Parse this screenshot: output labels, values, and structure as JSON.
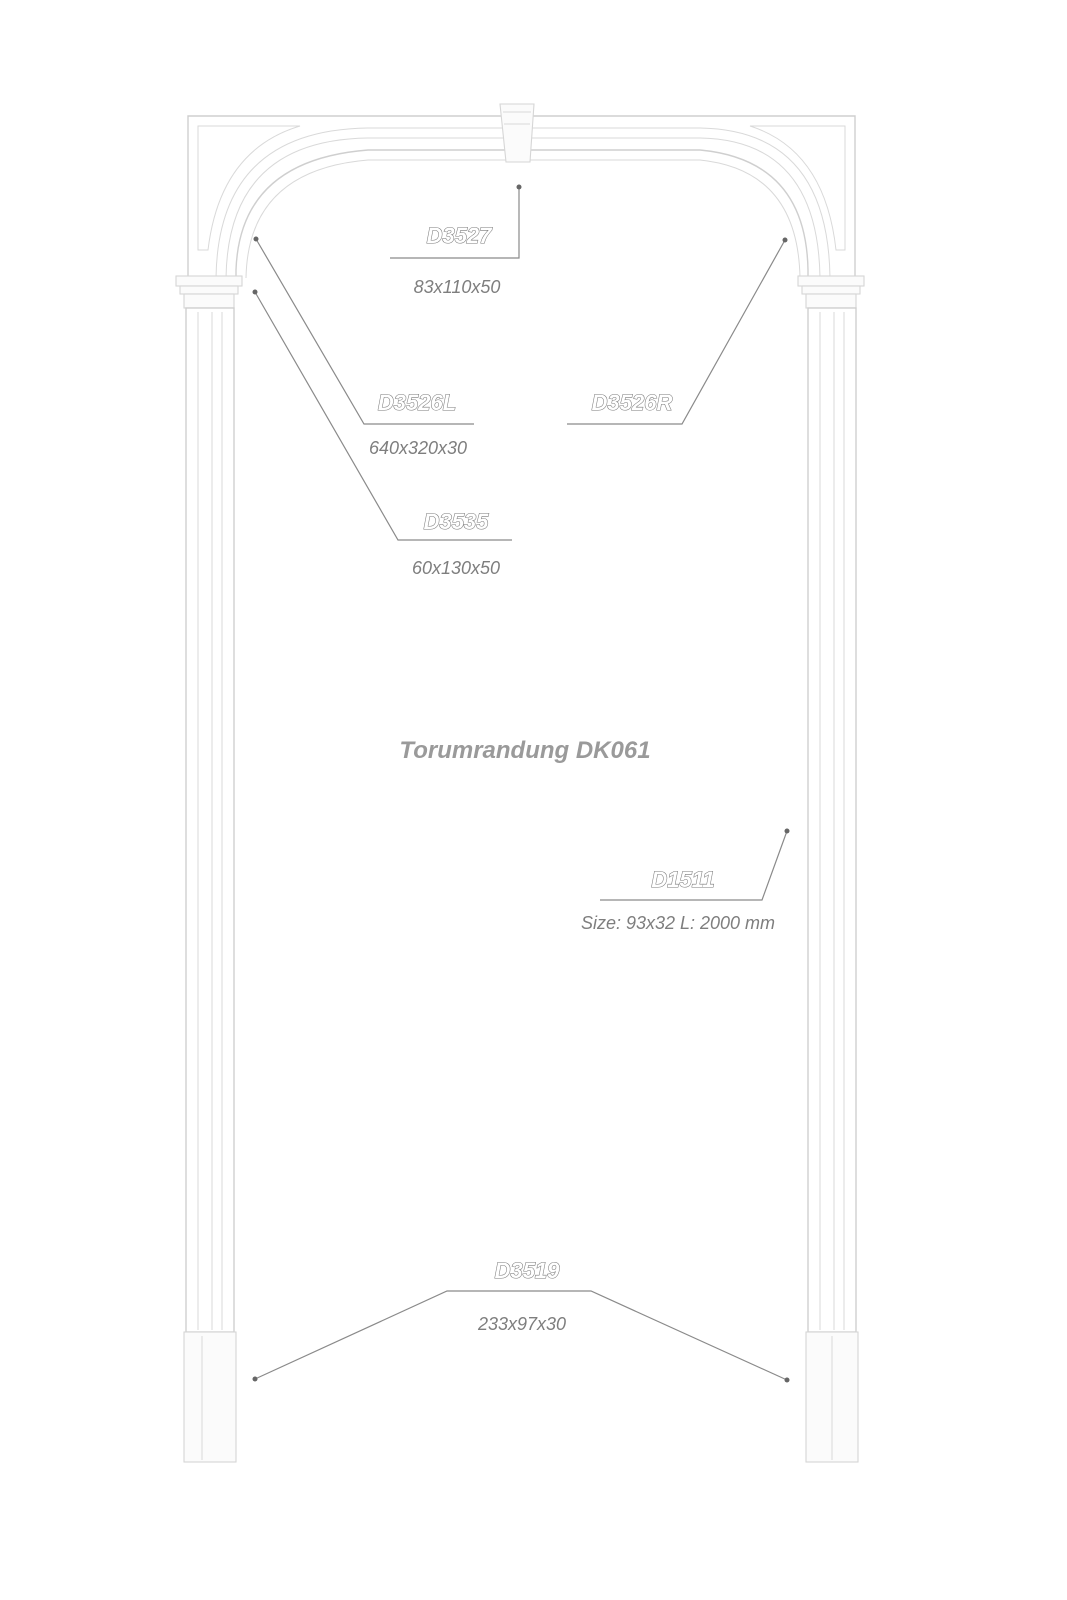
{
  "title": "Torumrandung DK061",
  "parts": {
    "keystone": {
      "code": "D3527",
      "size": "83x110x50"
    },
    "arch_left": {
      "code": "D3526L",
      "size": "640x320x30"
    },
    "arch_right": {
      "code": "D3526R"
    },
    "capital": {
      "code": "D3535",
      "size": "60x130x50"
    },
    "pilaster": {
      "code": "D1511",
      "size": "Size: 93x32 L: 2000 mm"
    },
    "base": {
      "code": "D3519",
      "size": "233x97x30"
    }
  }
}
